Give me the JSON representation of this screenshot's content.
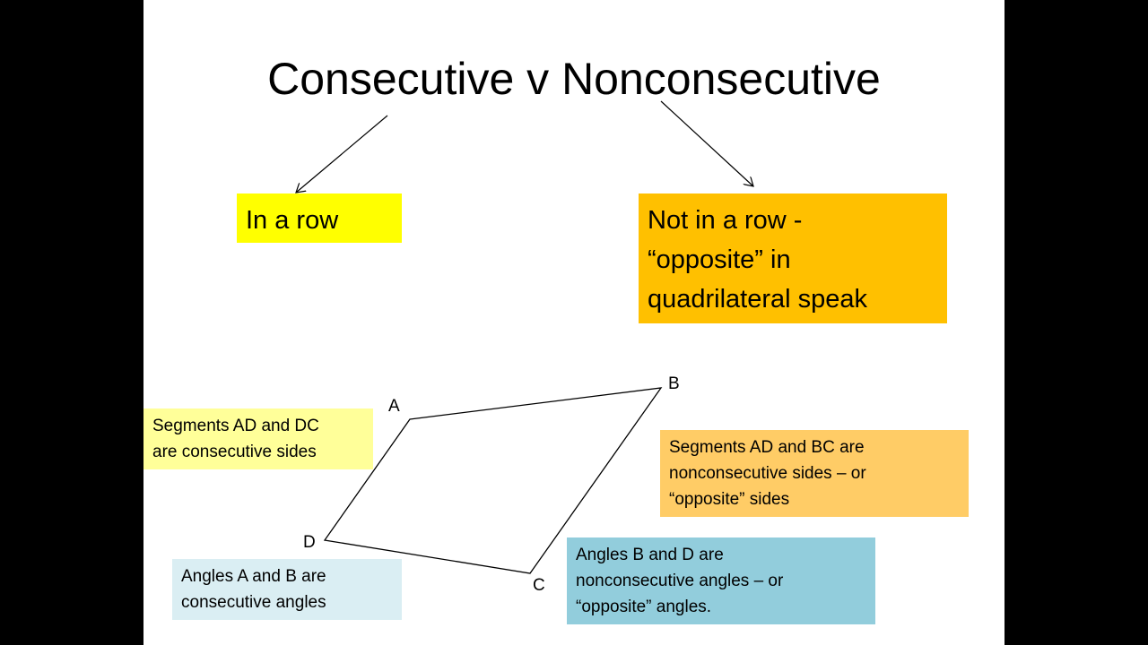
{
  "slide": {
    "title": "Consecutive v Nonconsecutive",
    "left_box": "In a row",
    "right_box": {
      "line1": "Not in a row -",
      "line2": "“opposite” in",
      "line3": "quadrilateral speak"
    },
    "vertices": {
      "a": "A",
      "b": "B",
      "c": "C",
      "d": "D"
    },
    "notes": {
      "consecutive_sides": {
        "line1": "Segments AD and DC",
        "line2": "are consecutive sides"
      },
      "nonconsecutive_sides": {
        "line1": "Segments AD and BC are",
        "line2": "nonconsecutive sides – or",
        "line3": "“opposite” sides"
      },
      "consecutive_angles": {
        "line1": "Angles A and B are",
        "line2": "consecutive angles"
      },
      "nonconsecutive_angles": {
        "line1": "Angles B and D are",
        "line2": "nonconsecutive angles – or",
        "line3": "“opposite” angles."
      }
    }
  },
  "colors": {
    "in_row_box": "#ffff00",
    "not_row_box": "#ffc000",
    "consecutive_sides_box": "#ffff99",
    "nonconsecutive_sides_box": "#ffcc66",
    "consecutive_angles_box": "#daeef3",
    "nonconsecutive_angles_box": "#92cddc"
  }
}
